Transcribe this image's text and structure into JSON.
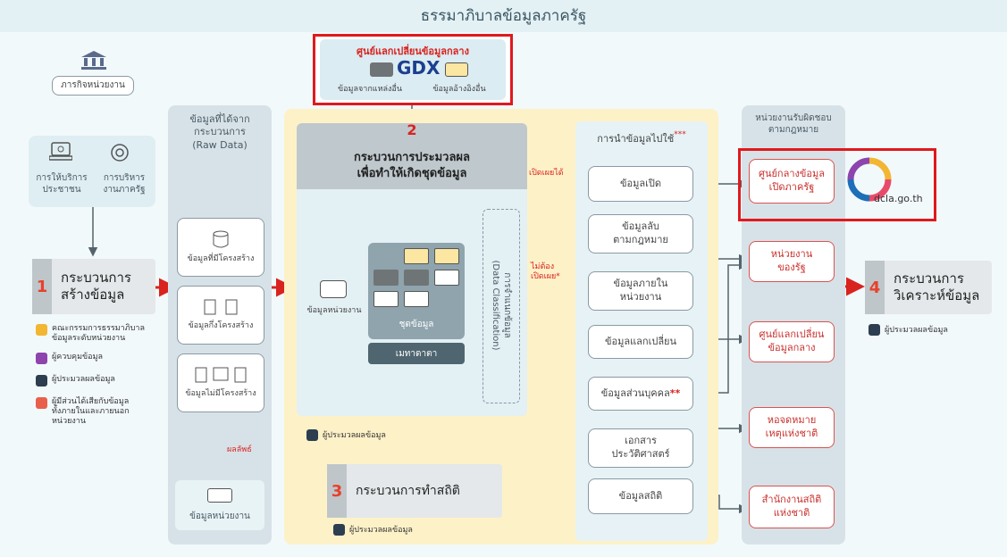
{
  "title": "ธรรมาภิบาลข้อมูลภาครัฐ",
  "agency": {
    "label": "ภารกิจหน่วยงาน"
  },
  "services": [
    {
      "label": "การให้บริการ\nประชาชน"
    },
    {
      "label": "การบริหาร\nงานภาครัฐ"
    }
  ],
  "process1": {
    "num": "1",
    "label": "กระบวนการ\nสร้างข้อมูล"
  },
  "roles_left": [
    {
      "label": "คณะกรรมการธรรมาภิบาล\nข้อมูลระดับหน่วยงาน",
      "color": "#f2b632"
    },
    {
      "label": "ผู้ควบคุมข้อมูล",
      "color": "#8e44ad"
    },
    {
      "label": "ผู้ประมวลผลข้อมูล",
      "color": "#2c3e50"
    },
    {
      "label": "ผู้มีส่วนได้เสียกับข้อมูล\nทั้งภายในและภายนอก\nหน่วยงาน",
      "color": "#e8604c"
    }
  ],
  "raw": {
    "title": "ข้อมูลที่ได้จาก\nกระบวนการ\n(Raw Data)",
    "items": [
      "ข้อมูลที่มีโครงสร้าง",
      "ข้อมูลกึ่งโครงสร้าง",
      "ข้อมูลไม่มีโครงสร้าง"
    ],
    "result_label": "ผลลัพธ์",
    "agency_data": "ข้อมูลหน่วยงาน"
  },
  "gdx": {
    "title": "ศูนย์แลกเปลี่ยนข้อมูลกลาง",
    "logo": "GDX",
    "left": "ข้อมูลจากแหล่งอื่น",
    "right": "ข้อมูลอ้างอิงอื่น"
  },
  "process2": {
    "num": "2",
    "title": "กระบวนการประมวลผล\nเพื่อทำให้เกิดชุดข้อมูล",
    "input": "ข้อมูลหน่วยงาน",
    "dataset": "ชุดข้อมูล",
    "metadata": "เมทาดาตา",
    "classification": "การจำแนกข้อมูล\n(Data Classification)",
    "processor": "ผู้ประมวลผลข้อมูล"
  },
  "process3": {
    "num": "3",
    "label": "กระบวนการทำสถิติ",
    "processor": "ผู้ประมวลผลข้อมูล"
  },
  "usage": {
    "title": "การนำข้อมูลไปใช้",
    "title_mark": "***",
    "open_label": "เปิดเผยได้",
    "closed_label": "ไม่ต้อง\nเปิดเผย*",
    "items": [
      "ข้อมูลเปิด",
      "ข้อมูลลับ\nตามกฎหมาย",
      "ข้อมูลภายใน\nหน่วยงาน",
      "ข้อมูลแลกเปลี่ยน",
      "ข้อมูลส่วนบุคคล",
      "เอกสาร\nประวัติศาสตร์",
      "ข้อมูลสถิติ"
    ],
    "personal_mark": "**"
  },
  "responsible": {
    "title": "หน่วยงานรับผิดชอบ\nตามกฎหมาย",
    "items": [
      "ศูนย์กลางข้อมูล\nเปิดภาครัฐ",
      "หน่วยงาน\nของรัฐ",
      "ศูนย์แลกเปลี่ยน\nข้อมูลกลาง",
      "หอจดหมาย\nเหตุแห่งชาติ",
      "สำนักงานสถิติ\nแห่งชาติ"
    ]
  },
  "dga": {
    "url": "dcla.go.th"
  },
  "process4": {
    "num": "4",
    "label": "กระบวนการ\nวิเคราะห์ข้อมูล",
    "processor": "ผู้ประมวลผลข้อมูล"
  }
}
